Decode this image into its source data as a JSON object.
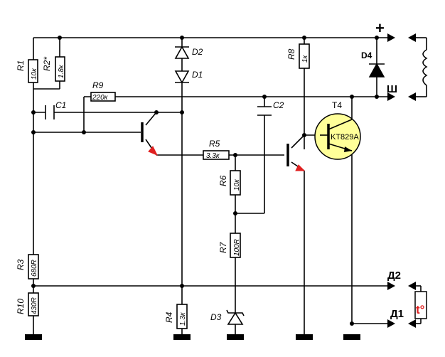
{
  "labels": {
    "R1": "R1",
    "R1v": "10к",
    "R2": "R2*",
    "R2v": "1.8к",
    "R3": "R3",
    "R3v": "680R",
    "R4": "R4",
    "R4v": "1.3к",
    "R5": "R5",
    "R5v": "3.3к",
    "R6": "R6",
    "R6v": "10к",
    "R7": "R7",
    "R7v": "100R",
    "R8": "R8",
    "R8v": "1к",
    "R9": "R9",
    "R9v": "220к",
    "R10": "R10",
    "R10v": "430R",
    "C1": "C1",
    "C2": "C2",
    "D1": "D1",
    "D2": "D2",
    "D3": "D3",
    "D4": "D4",
    "T4": "T4",
    "T4v": "KT829A",
    "plus": "+",
    "sh": "Ш",
    "d1": "Д1",
    "d2": "Д2",
    "sensor": "t°"
  },
  "colors": {
    "plus": "#e02020",
    "emitter": "#e02020",
    "sensor": "#e02020"
  }
}
